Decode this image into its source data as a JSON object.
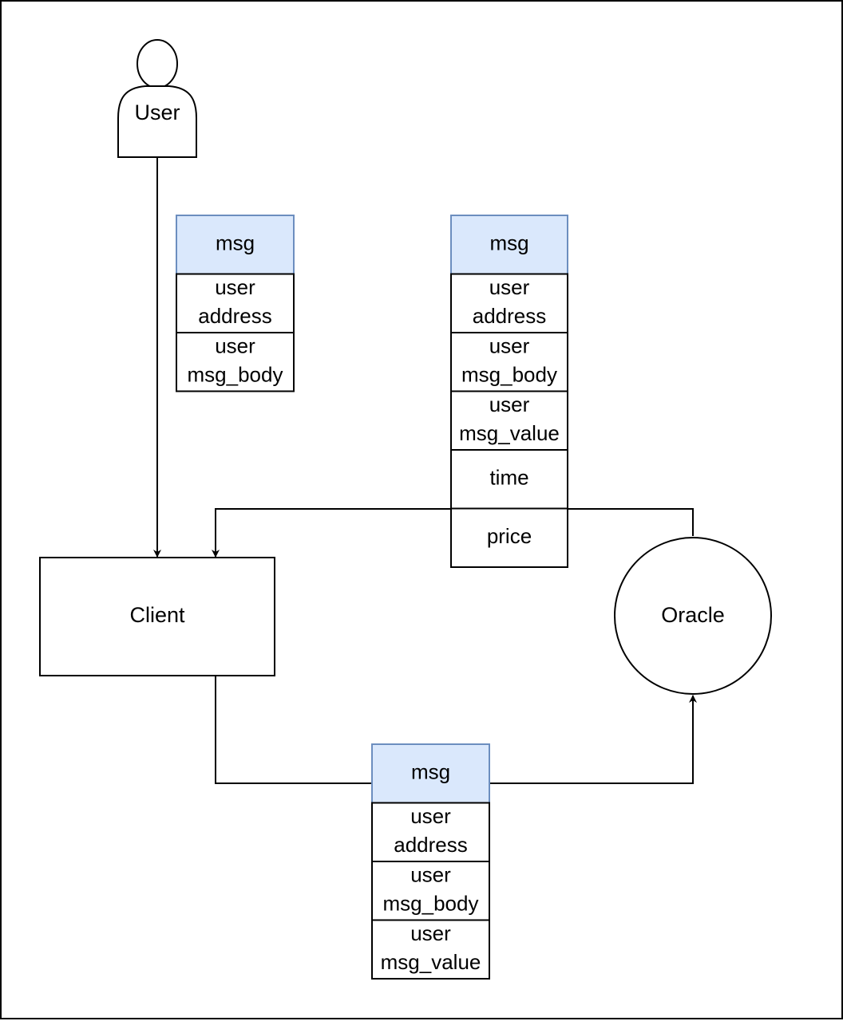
{
  "nodes": {
    "user": {
      "label": "User"
    },
    "client": {
      "label": "Client"
    },
    "oracle": {
      "label": "Oracle"
    }
  },
  "messages": {
    "user_to_client": {
      "header": "msg",
      "fields": [
        [
          "user",
          "address"
        ],
        [
          "user",
          "msg_body"
        ]
      ]
    },
    "oracle_to_client": {
      "header": "msg",
      "fields": [
        [
          "user",
          "address"
        ],
        [
          "user",
          "msg_body"
        ],
        [
          "user",
          "msg_value"
        ],
        [
          "time"
        ],
        [
          "price"
        ]
      ]
    },
    "client_to_oracle": {
      "header": "msg",
      "fields": [
        [
          "user",
          "address"
        ],
        [
          "user",
          "msg_body"
        ],
        [
          "user",
          "msg_value"
        ]
      ]
    }
  },
  "colors": {
    "header_fill": "#dae8fc",
    "header_stroke": "#6c8ebf",
    "line": "#000000"
  }
}
